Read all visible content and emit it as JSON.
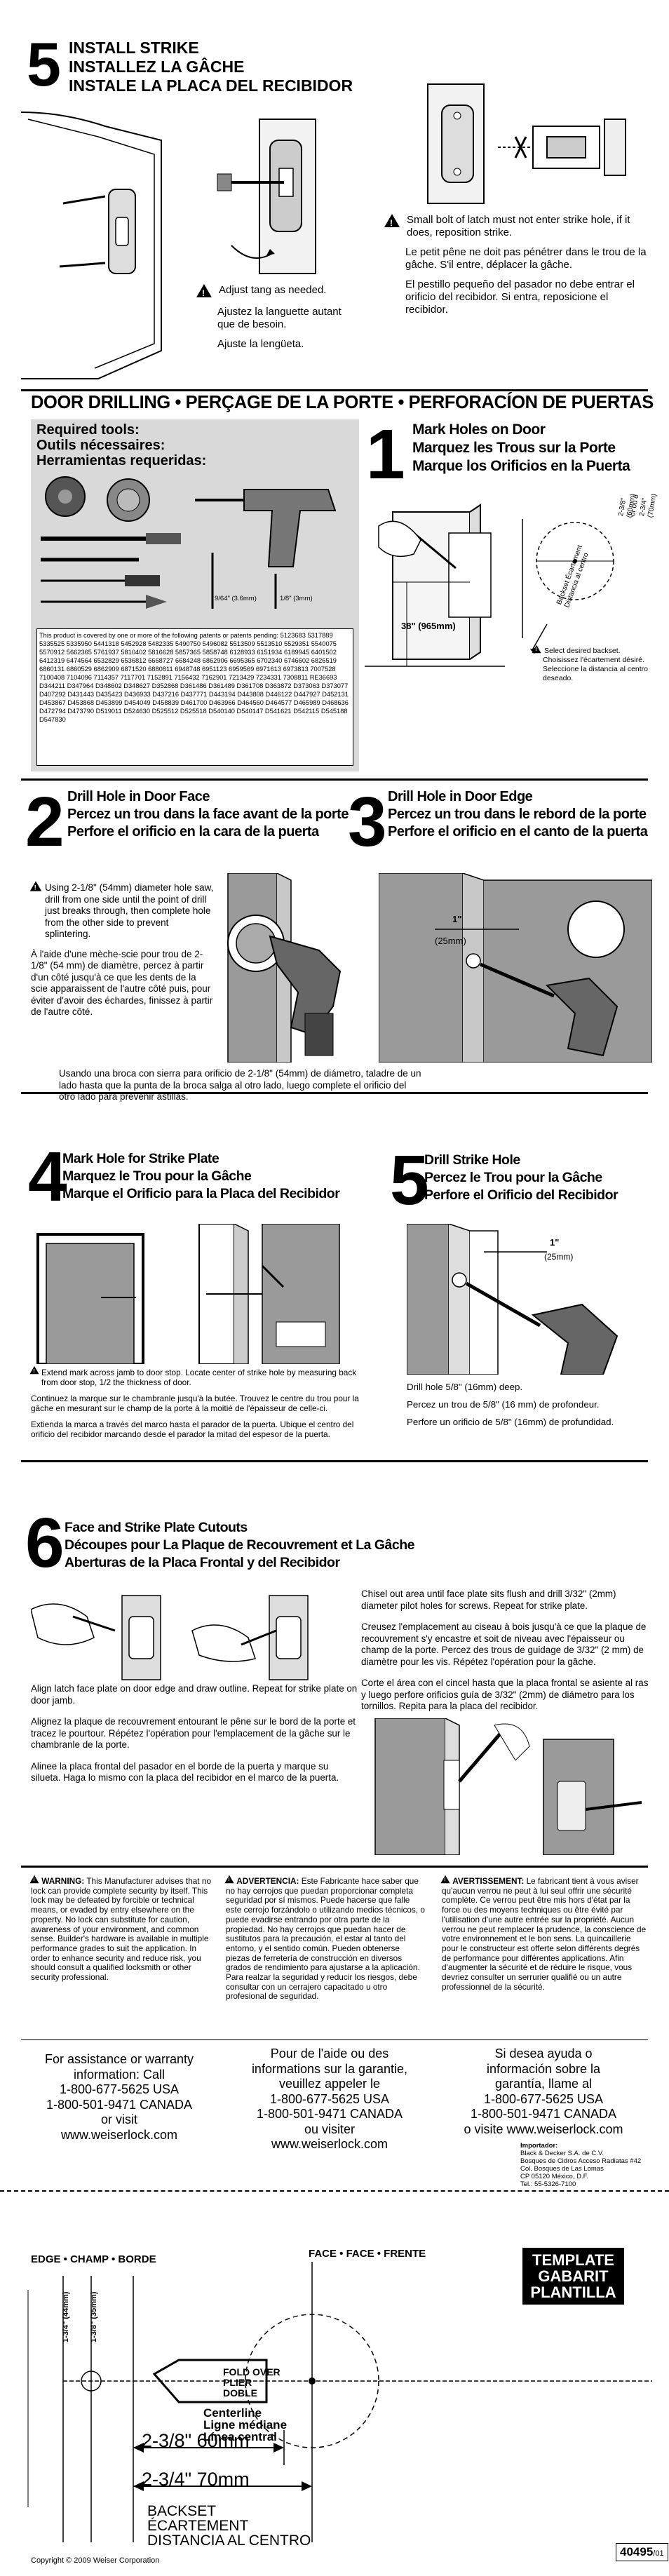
{
  "step5_install": {
    "number": "5",
    "title_en": "INSTALL STRIKE",
    "title_fr": "INSTALLEZ LA GÂCHE",
    "title_es": "INSTALE LA PLACA DEL RECIBIDOR",
    "adjust_en": "Adjust tang as needed.",
    "adjust_fr": "Ajustez la languette autant que de besoin.",
    "adjust_es": "Ajuste la lengüeta.",
    "latch_en": "Small bolt of latch must not enter strike hole, if it does, reposition strike.",
    "latch_fr": "Le petit pêne ne doit pas pénétrer dans le trou de la gâche.  S'il entre, déplacer la gâche.",
    "latch_es": "El pestillo pequeño del pasador no debe entrar el orificio del recibidor.  Si entra, reposicione el recibidor."
  },
  "drilling": {
    "header": "DOOR DRILLING • PERÇAGE DE LA PORTE • PERFORACÍON DE PUERTAS",
    "tools_en": "Required tools:",
    "tools_fr": "Outils nécessaires:",
    "tools_es": "Herramientas requeridas:",
    "bit1_label": "9/64\" (3.6mm)",
    "bit2_label": "1/8\" (3mm)",
    "patent_text": "This product is covered by one or more of the following patents or patents pending: 5123683 5317889 5335525 5335950 5441318 5452928 5482335 5490750 5496082 5513509 5513510 5529351 5540075 5570912 5662365 5761937 5810402 5816628 5857365 5858748 6128933 6151934 6189945 6401502 6412319 6474564 6532829 6536812 6668727 6684248 6862906 6695365 6702340 6746602 6826519 6860131 6860529 6862909 6871520 6880811 6948748 6951123 6959569 6971613 6973813 7007528 7100408 7104096 7114357 7117701 7152891 7156432 7162901 7213429 7234331 7308811 RE36693 D344211 D347964 D348602 D348627 D352868 D361486 D361489 D361708 D363872 D373063 D373077 D407292 D431443 D435423 D436933 D437216 D437771 D443194 D443808 D446122 D447927 D452131 D453867 D453868 D453899 D454049 D458839 D461700 D463966 D464560 D464577 D465989 D468636 D472794 D473790 D519011 D524630 D525512 D525518 D540140 D540147 D541621 D542115 D545188 D547830",
    "step1_number": "1",
    "step1_en": "Mark Holes on Door",
    "step1_fr": "Marquez les Trous sur la Porte",
    "step1_es": "Marque los Orificios en la Puerta",
    "dim_38": "38\" (965mm)",
    "dim_backset1": "2-3/8\" (60mm)",
    "dim_backset_or": "or ou ó",
    "dim_backset2": "2-3/4\" (70mm)",
    "backset_label": "Backset Écartement Distancia al centro",
    "select_en": "Select desired backset.",
    "select_fr": "Choisissez l'écartement désiré.",
    "select_es": "Seleccione la distancia al centro deseado.",
    "step2_number": "2",
    "step2_en": "Drill Hole in Door Face",
    "step2_fr": "Percez un trou dans la face avant de la porte",
    "step2_es": "Perfore el orificio en la cara de la puerta",
    "step2_text_en": "Using 2-1/8\" (54mm) diameter hole saw, drill from one side until the point of drill just breaks through, then complete hole from the other side to prevent splintering.",
    "step2_text_fr": "À l'aide d'une mèche-scie pour trou de 2-1/8\" (54 mm) de diamètre, percez à partir d'un côté jusqu'à ce que les dents de la scie apparaissent de l'autre côté puis, pour éviter d'avoir des échardes, finissez à partir de l'autre côté.",
    "step2_text_es": "Usando una broca con sierra para orificio de 2-1/8\" (54mm) de diámetro, taladre de un lado hasta que la punta de la broca salga al otro lado, luego complete el orificio del otro lado para prevenir astillas.",
    "step3_number": "3",
    "step3_en": "Drill Hole in Door Edge",
    "step3_fr": "Percez un trou dans le rebord de la porte",
    "step3_es": "Perfore el orificio en el canto de la puerta",
    "dim_1in": "1\"",
    "dim_25mm": "(25mm)",
    "step4_number": "4",
    "step4_en": "Mark Hole for Strike Plate",
    "step4_fr": "Marquez le Trou pour la Gâche",
    "step4_es": "Marque el Orificio para la Placa del Recibidor",
    "step4_text_en": "Extend mark across jamb to door stop. Locate center of strike hole by measuring back from door stop, 1/2 the thickness of door.",
    "step4_text_fr": "Continuez la marque sur le chambranle jusqu'à la butée. Trouvez le centre du trou pour la gâche en mesurant sur le champ de la porte à la moitié de l'épaisseur de celle-ci.",
    "step4_text_es": "Extienda la marca a través del marco hasta el parador de la puerta. Ubique el centro del orificio del recibidor marcando desde el parador la mitad del espesor de la puerta.",
    "step5_number": "5",
    "step5_en": "Drill Strike Hole",
    "step5_fr": "Percez le Trou pour la Gâche",
    "step5_es": "Perfore el Orificio del Recibidor",
    "step5_text_en": "Drill hole 5/8\" (16mm) deep.",
    "step5_text_fr": "Percez un trou de 5/8\" (16 mm) de profondeur.",
    "step5_text_es": "Perfore un orificio de 5/8\" (16mm) de profundidad.",
    "step6_number": "6",
    "step6_en": "Face and Strike Plate Cutouts",
    "step6_fr": "Découpes pour La Plaque de Recouvrement et La Gâche",
    "step6_es": "Aberturas de la Placa Frontal y del Recibidor",
    "step6_left_en": "Align latch face plate on door edge and draw outline. Repeat for strike plate on door jamb.",
    "step6_left_fr": "Alignez la plaque de recouvrement entourant le pêne sur le bord de la porte et tracez le pourtour. Répétez l'opération pour l'emplacement de la gâche sur le chambranle de la porte.",
    "step6_left_es": "Alinee la placa frontal del pasador en el borde de la puerta y marque su silueta. Haga lo mismo con la placa del recibidor en el marco de la puerta.",
    "step6_right_en": "Chisel out area until face plate sits flush and drill 3/32\" (2mm) diameter pilot holes for screws. Repeat for strike plate.",
    "step6_right_fr": "Creusez l'emplacement au ciseau à bois jusqu'à ce que la plaque de recouvrement s'y encastre et soit de niveau avec l'épaisseur ou champ de la porte. Percez des trous de guidage de 3/32\" (2 mm) de diamètre pour les vis. Répétez l'opération pour la gâche.",
    "step6_right_es": "Corte el área con el cincel hasta que la placa frontal se asiente al ras y luego perfore orificios guía de 3/32\" (2mm) de diámetro para los tornillos. Repita para la placa del recibidor."
  },
  "warnings": [
    {
      "title": "WARNING:",
      "text": "This Manufacturer advises that no lock can provide complete security by itself.  This lock may be defeated by forcible or technical means, or evaded by entry elsewhere on the property.  No lock can substitute for caution, awareness of your environment, and common sense. Builder's hardware is available in multiple performance grades to suit the application. In order to enhance security and reduce risk, you should consult a qualified locksmith or other security professional."
    },
    {
      "title": "ADVERTENCIA:",
      "text": "Este Fabricante hace saber que no hay cerrojos que puedan proporcionar completa seguridad por sí mismos. Puede hacerse que falle este cerrojo forzándolo o utilizando medios técnicos, o puede evadirse entrando por otra parte de la propiedad. No hay cerrojos que puedan hacer de sustitutos para la precaución, el estar al tanto del entorno, y el sentido común. Pueden obtenerse piezas de ferretería de construcción en diversos grados de rendimiento para ajustarse a la aplicación. Para realzar la seguridad y reducir los riesgos, debe consultar con un cerrajero capacitado u otro profesional de seguridad."
    },
    {
      "title": "AVERTISSEMENT:",
      "text": "Le fabricant tient à vous aviser qu'aucun verrou ne peut à lui seul offrir une sécurité complète.  Ce verrou peut être mis hors d'état par la force ou des moyens techniques ou être évité par l'utilisation d'une autre entrée sur la propriété.  Aucun verrou ne peut remplacer la prudence, la conscience de votre environnement et le bon sens. La quincaillerie pour le constructeur est offerte selon différents degrés de performance pour différentes applications. Afin d'augmenter la sécurité et de réduire le risque, vous devriez consulter un serrurier qualifié ou un autre professionnel de la sécurité."
    }
  ],
  "contact": {
    "en": [
      "For assistance or warranty",
      "information: Call",
      "1-800-677-5625 USA",
      "1-800-501-9471 CANADA",
      "or visit",
      "www.weiserlock.com"
    ],
    "fr": [
      "Pour de l'aide ou des",
      "informations sur la garantie,",
      "veuillez appeler le",
      "1-800-677-5625 USA",
      "1-800-501-9471 CANADA",
      "ou visiter",
      "www.weiserlock.com"
    ],
    "es": [
      "Si desea ayuda o",
      "información sobre la",
      "garantía, llame al",
      "1-800-677-5625 USA",
      "1-800-501-9471 CANADA",
      "o visite www.weiserlock.com"
    ],
    "importer": [
      "Importador:",
      "Black & Decker S.A. de C.V.",
      "Bosques de Cidros Acceso Radiatas #42",
      "Col. Bosques de Las Lomas",
      "CP 05120 México, D.F.",
      "Tel.: 55-5326-7100"
    ]
  },
  "template": {
    "edge_label": "EDGE • CHAMP • BORDE",
    "face_label": "FACE • FACE • FRENTE",
    "title": [
      "TEMPLATE",
      "GABARIT",
      "PLANTILLA"
    ],
    "fold": [
      "FOLD OVER",
      "PLIER",
      "DOBLE"
    ],
    "dim1": "1-3/4\" (44mm)",
    "dim2": "1-3/8\" (35mm)",
    "centerline": [
      "Centerline",
      "Ligne médiane",
      "Línea central"
    ],
    "backset1": "2-3/8\" 60mm",
    "backset2": "2-3/4\" 70mm",
    "backset": [
      "BACKSET",
      "ÉCARTEMENT",
      "DISTANCIA AL CENTRO"
    ],
    "copyright": "Copyright © 2009 Weiser Corporation",
    "part_number": "40495",
    "part_suffix": "/01"
  }
}
